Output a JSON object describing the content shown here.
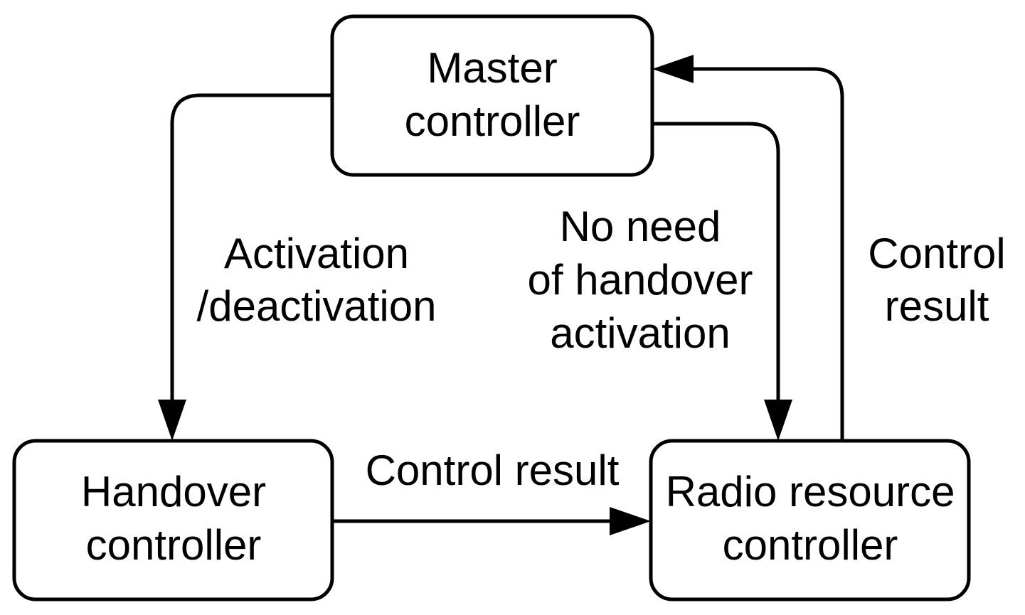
{
  "nodes": {
    "master": {
      "line1": "Master",
      "line2": "controller"
    },
    "handover": {
      "line1": "Handover",
      "line2": "controller"
    },
    "radio": {
      "line1": "Radio resource",
      "line2": "controller"
    }
  },
  "edges": {
    "activation": {
      "line1": "Activation",
      "line2": "/deactivation"
    },
    "no_need": {
      "line1": "No need",
      "line2": "of handover",
      "line3": "activation"
    },
    "control_result_up": {
      "line1": "Control",
      "line2": "result"
    },
    "control_result_h2r": {
      "line1": "Control result"
    }
  }
}
